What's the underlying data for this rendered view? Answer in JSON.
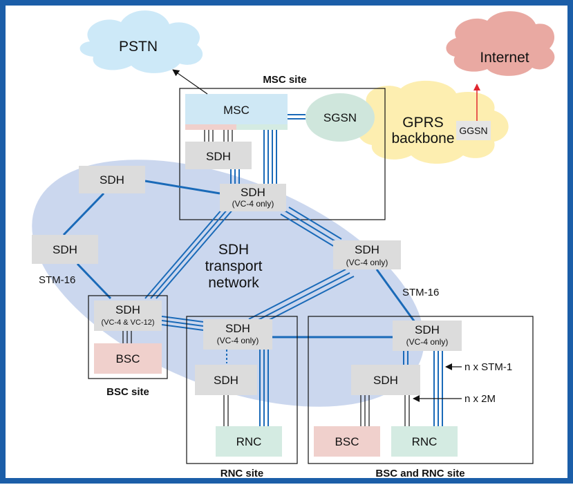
{
  "clouds": {
    "pstn": "PSTN",
    "internet": "Internet",
    "gprs": [
      "GPRS",
      "backbone"
    ],
    "transport": [
      "SDH",
      "transport",
      "network"
    ]
  },
  "sites": {
    "msc": "MSC site",
    "bsc": "BSC site",
    "rnc": "RNC site",
    "bsc_rnc": "BSC and RNC site"
  },
  "nodes": {
    "msc": "MSC",
    "sgsn": "SGSN",
    "ggsn": "GGSN",
    "sdh": "SDH",
    "bsc": "BSC",
    "rnc": "RNC",
    "vc4_only": "(VC-4 only)",
    "vc4_vc12": "(VC-4 & VC-12)"
  },
  "links": {
    "stm16_left": "STM-16",
    "stm16_right": "STM-16",
    "n_stm1": "n x STM-1",
    "n_2m": "n x 2M"
  },
  "colors": {
    "frame": "#1b5ea8",
    "link": "#1a6ab8",
    "node": "#dcdcdc",
    "msc": "#cfe8f5",
    "sgsn": "#cfe6dc",
    "rnc": "#d4ebe2",
    "bsc": "#f0d0cc",
    "gprs_cloud": "#fdeeb0",
    "internet_cloud": "#e9a9a2",
    "pstn_cloud": "#cde9f8",
    "transport_oval": "#c5d3ec",
    "arrow_red": "#e0262e"
  }
}
